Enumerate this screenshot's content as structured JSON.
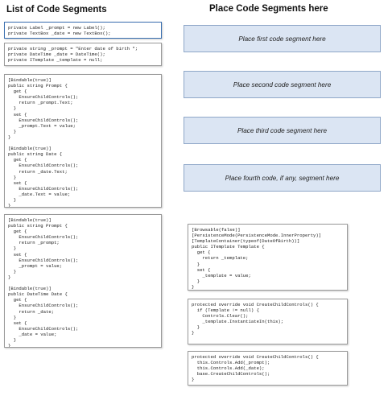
{
  "headings": {
    "left": "List of Code Segments",
    "right": "Place Code Segments here"
  },
  "slots": [
    "Place first code segment here",
    "Place second code segment here",
    "Place third code segment here",
    "Place fourth code, if any, segment here"
  ],
  "segments": {
    "s1": "private Label _prompt = new Label();\nprivate TextBox _date = new TextBox();",
    "s2": "private string _prompt = \"Enter date of birth \";\nprivate DateTime _date = DateTime();\nprivate ITemplate _template = null;",
    "s3": "[Bindable(true)]\npublic string Prompt {\n  get {\n    EnsureChildControls();\n    return _prompt.Text;\n  }\n  set {\n    EnsureChildControls();\n    _prompt.Text = value;\n  }\n}\n\n[Bindable(true)]\npublic string Date {\n  get {\n    EnsureChildControls();\n    return _date.Text;\n  }\n  set {\n    EnsureChildControls();\n    _date.Text = value;\n  }\n}",
    "s4": "[Bindable(true)]\npublic string Prompt {\n  get {\n    EnsureChildControls();\n    return _prompt;\n  }\n  set {\n    EnsureChildControls();\n    _prompt = value;\n  }\n}\n\n[Bindable(true)]\npublic DateTime Date {\n  get {\n    EnsureChildControls();\n    return _date;\n  }\n  set {\n    EnsureChildControls();\n    _date = value;\n  }\n}",
    "s5": "[Browsable(false)]\n[PersistenceMode(PersistenceMode.InnerProperty)]\n[TemplateContainer(typeof(DateOfBirth))]\npublic ITemplate Template {\n  get {\n    return _template;\n  }\n  set {\n    _template = value;\n  }\n}",
    "s6": "protected override void CreateChildControls() {\n  if (Template != null) {\n    Controls.Clear();\n    _template.InstantiateIn(this);\n  }\n}",
    "s7": "protected override void CreateChildControls() {\n  this.Controls.Add(_prompt);\n  this.Controls.Add(_date);\n  base.CreateChildControls();\n}"
  }
}
